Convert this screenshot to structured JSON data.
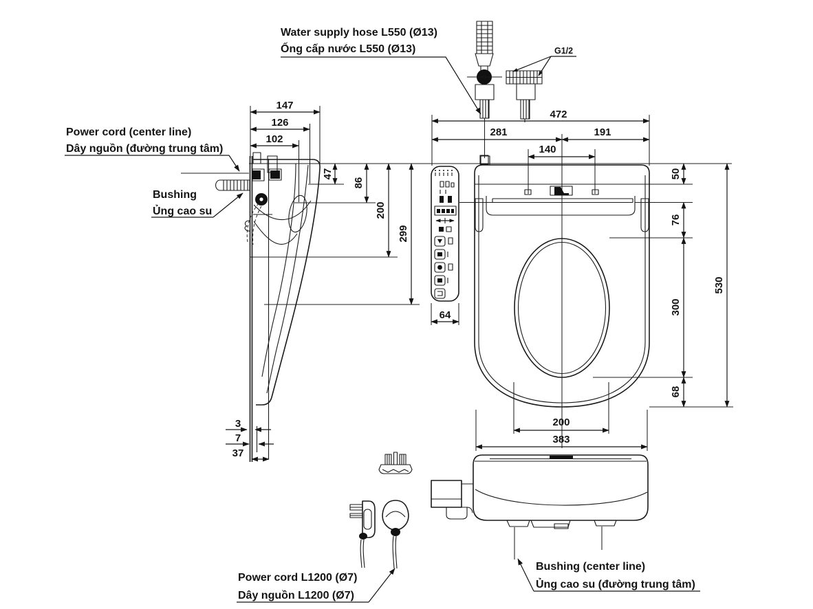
{
  "page": {
    "background": "#ffffff",
    "line_color": "#1a1a1a"
  },
  "annotations": {
    "water_hose_en": "Water supply hose L550 (Ø13)",
    "water_hose_vi": "Ống cấp nước L550 (Ø13)",
    "thread_spec": "G1/2",
    "power_cord_top_en": "Power cord (center line)",
    "power_cord_top_vi": "Dây nguồn (đường trung tâm)",
    "bushing_side_en": "Bushing",
    "bushing_side_vi": "Ủng cao su",
    "power_cord_bottom_en": "Power cord L1200 (Ø7)",
    "power_cord_bottom_vi": "Dây nguồn L1200 (Ø7)",
    "bushing_bottom_en": "Bushing (center line)",
    "bushing_bottom_vi": "Ủng cao su (đường trung tâm)"
  },
  "dimensions": {
    "side_view": {
      "overall_depth": "147",
      "depth_mid": "126",
      "depth_inner": "102",
      "hinge_height": "47",
      "mid_height": "86",
      "body_height": "200",
      "overall_height": "299",
      "wall_gap": "3",
      "clearance": "7",
      "back_offset": "37"
    },
    "top_view": {
      "overall_width": "472",
      "width_left": "281",
      "width_right": "191",
      "hinge_span": "140",
      "panel_width": "64",
      "lid_back": "50",
      "hinge_depth": "76",
      "bowl_length": "300",
      "front_edge": "68",
      "overall_depth": "530",
      "bowl_width": "200",
      "body_width": "383"
    }
  }
}
